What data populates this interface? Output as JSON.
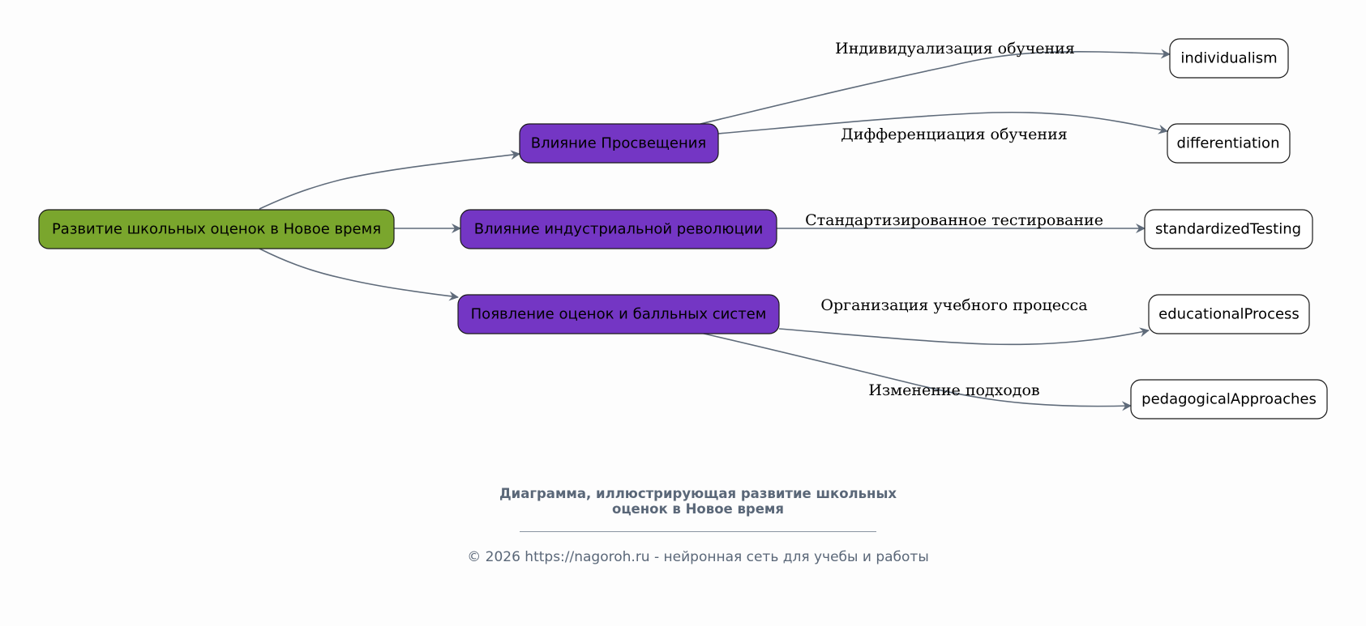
{
  "diagram": {
    "root": {
      "label": "Развитие школьных оценок в Новое время",
      "color": "#7aa62d"
    },
    "branches": [
      {
        "label": "Влияние Просвещения",
        "color": "#7436c4"
      },
      {
        "label": "Влияние индустриальной революции",
        "color": "#7436c4"
      },
      {
        "label": "Появление оценок и балльных систем",
        "color": "#7436c4"
      }
    ],
    "leaves": [
      {
        "label": "individualism",
        "edge_label": "Индивидуализация обучения"
      },
      {
        "label": "differentiation",
        "edge_label": "Дифференциация обучения"
      },
      {
        "label": "standardizedTesting",
        "edge_label": "Стандартизированное тестирование"
      },
      {
        "label": "educationalProcess",
        "edge_label": "Организация учебного процесса"
      },
      {
        "label": "pedagogicalApproaches",
        "edge_label": "Изменение подходов"
      }
    ],
    "leaf_color": "#ffffff",
    "edge_color": "#5f6b7a"
  },
  "caption": {
    "title_line1": "Диаграмма, иллюстрирующая развитие школьных",
    "title_line2": "оценок в Новое время",
    "footer": "© 2026 https://nagoroh.ru - нейронная сеть для учебы и работы"
  }
}
